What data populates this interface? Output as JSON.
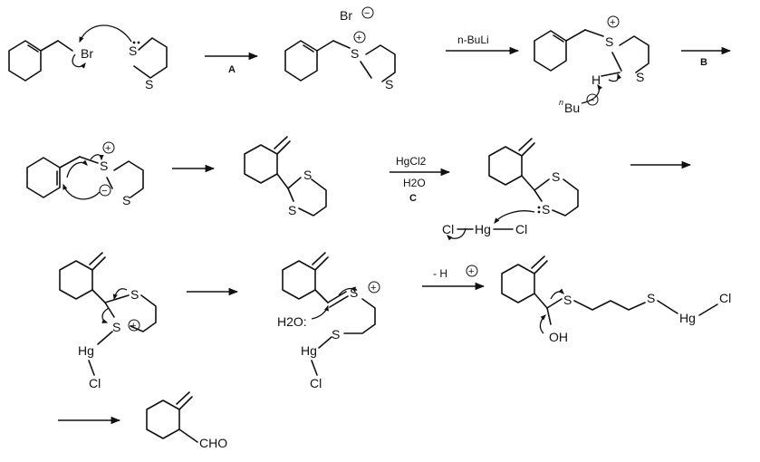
{
  "reagents": {
    "step_A": "A",
    "nbuli": "n-BuLi",
    "step_B": "B",
    "hgcl2": "HgCl2",
    "h2o": "H2O",
    "step_C": "C",
    "minus_h": "- H"
  },
  "atoms": {
    "Br": "Br",
    "S": "S",
    "H": "H",
    "Bu": "Bu",
    "n": "n",
    "Cl": "Cl",
    "Hg": "Hg",
    "H2O": "H2O:",
    "OH": "OH",
    "CHO": "CHO"
  },
  "charges": {
    "minus": "−",
    "plus": "+"
  }
}
